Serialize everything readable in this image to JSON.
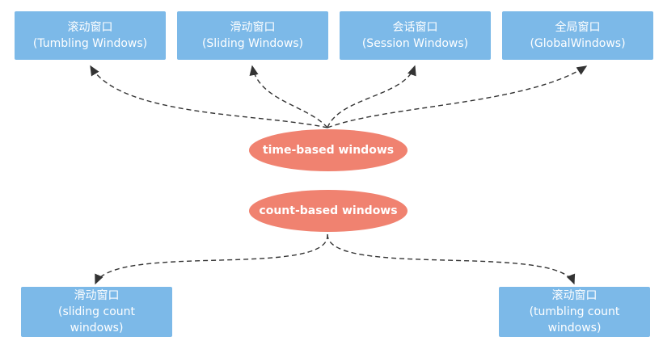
{
  "colors": {
    "box": "#7cb9e8",
    "oval": "#f08270",
    "edge": "#333333"
  },
  "time_windows": [
    {
      "title": "滚动窗口",
      "subtitle": "(Tumbling Windows)"
    },
    {
      "title": "滑动窗口",
      "subtitle": "(Sliding Windows)"
    },
    {
      "title": "会话窗口",
      "subtitle": "(Session Windows)"
    },
    {
      "title": "全局窗口",
      "subtitle": "(GlobalWindows)"
    }
  ],
  "time_based": "time-based windows",
  "count_based": "count-based windows",
  "count_windows": [
    {
      "title": "滑动窗口",
      "line2": "(sliding count",
      "line3": "windows)"
    },
    {
      "title": "滚动窗口",
      "line2": "(tumbling count",
      "line3": "windows)"
    }
  ]
}
